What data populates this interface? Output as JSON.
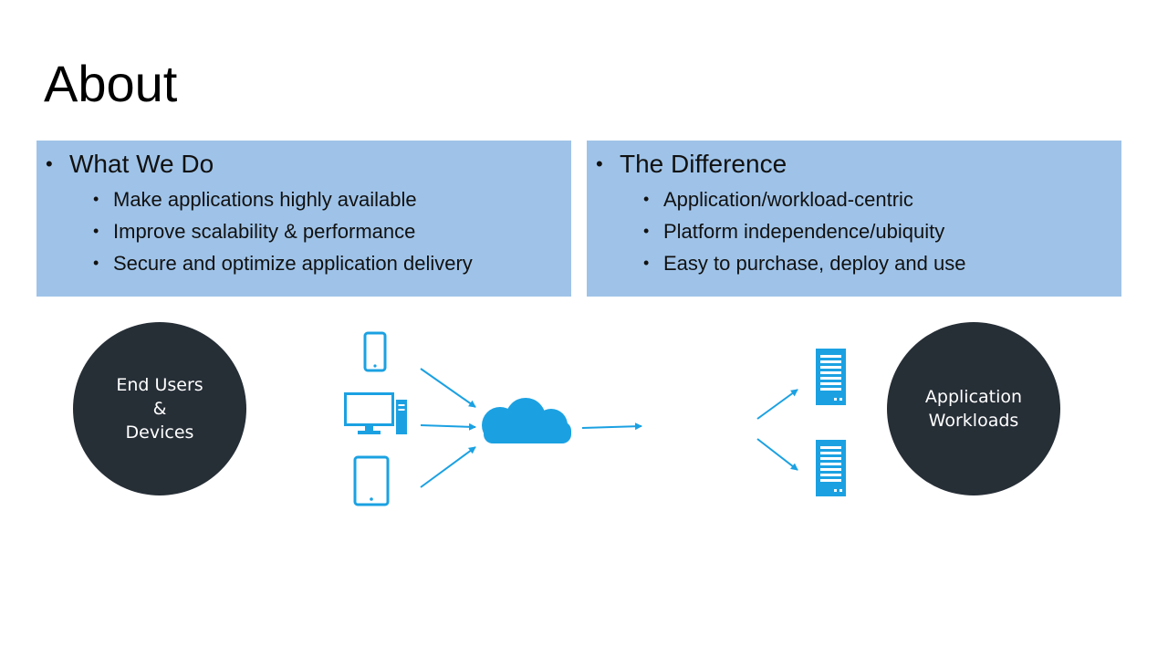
{
  "slide": {
    "title": "About"
  },
  "panels": {
    "left": {
      "heading": "What We Do",
      "items": [
        "Make applications highly available",
        "Improve scalability & performance",
        "Secure and optimize application delivery"
      ]
    },
    "right": {
      "heading": "The Difference",
      "items": [
        "Application/workload-centric",
        "Platform independence/ubiquity",
        "Easy to purchase, deploy and use"
      ]
    }
  },
  "diagram": {
    "left_circle": "End Users\n&\nDevices",
    "right_circle": "Application\nWorkloads",
    "icons": [
      "smartphone-icon",
      "desktop-computer-icon",
      "tablet-icon",
      "cloud-icon",
      "server-icon",
      "server-icon"
    ],
    "colors": {
      "accent": "#1ba1e2",
      "panel": "#9fc3e8",
      "circle": "#262e36"
    }
  }
}
